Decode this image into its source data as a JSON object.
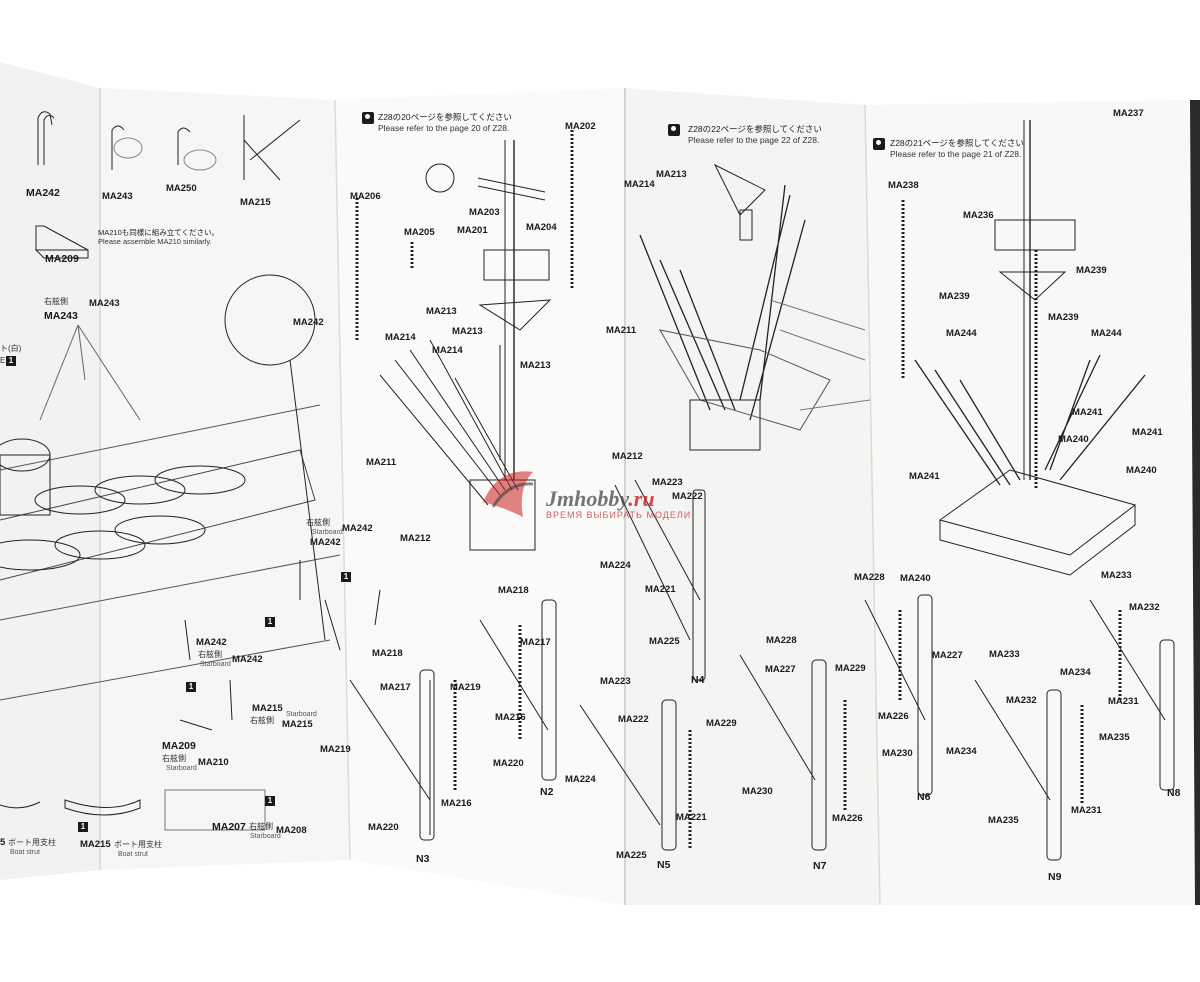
{
  "notes": {
    "mast_fore": {
      "ja": "Z28の20ページを参照してください",
      "en": "Please refer to the page 20 of Z28."
    },
    "mast_mid": {
      "ja": "Z28の22ページを参照してください",
      "en": "Please refer to the page 22 of Z28."
    },
    "mast_aft": {
      "ja": "Z28の21ページを参照してください",
      "en": "Please refer to the page 21 of Z28."
    },
    "ma210": {
      "ja": "MA210も同様に組み立てください。",
      "en": "Please assemble MA210 similarly."
    }
  },
  "side_labels": {
    "starboard_ja": "右舷側",
    "starboard_en": "Starboard",
    "boat_strut_ja": "ボート用支柱",
    "boat_strut_en": "Boat strut",
    "fragment_1": "ト(白)",
    "fragment_2": "E",
    "fragment_3": "5"
  },
  "step_number": "1",
  "watermark": {
    "main": "Jmhobby",
    "suffix": ".ru",
    "tagline": "ВРЕМЯ ВЫБИРАТЬ МОДЕЛИ"
  },
  "parts": {
    "ma242": "MA242",
    "ma243": "MA243",
    "ma250": "MA250",
    "ma215": "MA215",
    "ma209": "MA209",
    "ma210": "MA210",
    "ma207": "MA207",
    "ma208": "MA208",
    "ma202": "MA202",
    "ma203": "MA203",
    "ma204": "MA204",
    "ma201": "MA201",
    "ma205": "MA205",
    "ma206": "MA206",
    "ma213": "MA213",
    "ma214": "MA214",
    "ma211": "MA211",
    "ma212": "MA212",
    "ma218": "MA218",
    "ma217": "MA217",
    "ma219": "MA219",
    "ma216": "MA216",
    "ma220": "MA220",
    "ma223": "MA223",
    "ma222": "MA222",
    "ma224": "MA224",
    "ma221": "MA221",
    "ma225": "MA225",
    "ma228": "MA228",
    "ma227": "MA227",
    "ma229": "MA229",
    "ma230": "MA230",
    "ma226": "MA226",
    "ma237": "MA237",
    "ma238": "MA238",
    "ma236": "MA236",
    "ma239": "MA239",
    "ma244": "MA244",
    "ma241": "MA241",
    "ma240": "MA240",
    "ma233": "MA233",
    "ma232": "MA232",
    "ma234": "MA234",
    "ma231": "MA231",
    "ma235": "MA235",
    "n2": "N2",
    "n3": "N3",
    "n4": "N4",
    "n5": "N5",
    "n6": "N6",
    "n7": "N7",
    "n8": "N8",
    "n9": "N9"
  },
  "colors": {
    "paper": "#f7f7f5",
    "shadow": "#e6e6e6",
    "ink": "#1a1a1a",
    "watermark_red": "#c81e1e"
  }
}
